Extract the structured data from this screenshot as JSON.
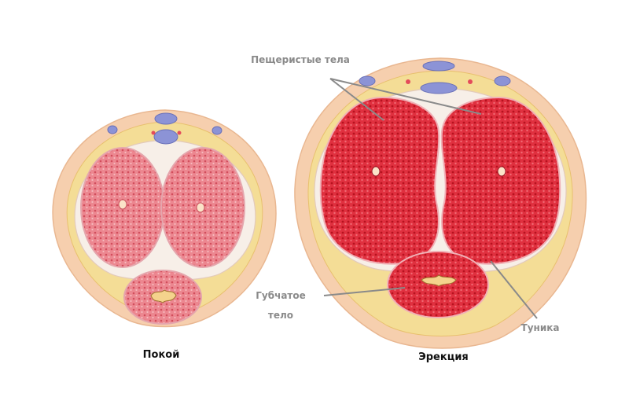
{
  "labels": {
    "cavernous": "Пещеристые тела",
    "spongy_line1": "Губчатое",
    "spongy_line2": "тело",
    "tunica": "Туника",
    "rest": "Покой",
    "erection": "Эрекция"
  },
  "colors": {
    "background": "#ffffff",
    "outer_skin": "#f6cfae",
    "fat_layer": "#f4dd96",
    "tunica": "#f7efe8",
    "tissue_rest": "#e8707a",
    "tissue_erect": "#d9263a",
    "vein": "#8c93d6",
    "leader_line": "#8a8a8a"
  }
}
